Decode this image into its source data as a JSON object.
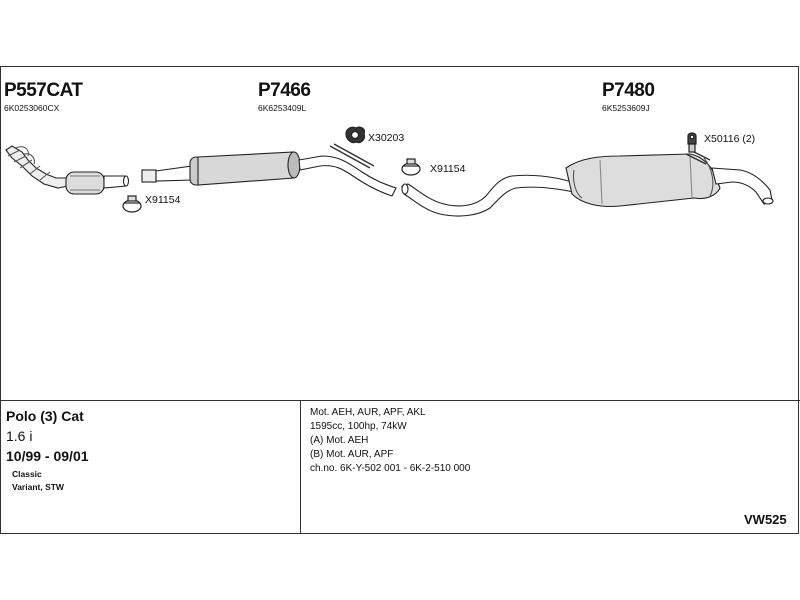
{
  "parts": {
    "catalytic": {
      "number": "P557CAT",
      "code": "6K0253060CX"
    },
    "middle": {
      "number": "P7466",
      "code": "6K6253409L"
    },
    "rear": {
      "number": "P7480",
      "code": "6K5253609J"
    }
  },
  "accessories": {
    "clamp_front": "X91154",
    "rubber_mount": "X30203",
    "clamp_middle": "X91154",
    "hanger_rear": "X50116 (2)"
  },
  "vehicle": {
    "model": "Polo (3) Cat",
    "engine": "1.6 i",
    "years": "10/99 - 09/01",
    "body_1": "Classic",
    "body_2": "Variant, STW"
  },
  "specs": {
    "line_1": "Mot. AEH, AUR, APF, AKL",
    "line_2": "1595cc, 100hp, 74kW",
    "line_3": "(A) Mot. AEH",
    "line_4": "(B) Mot. AUR, APF",
    "line_5": "ch.no. 6K-Y-502 001 - 6K-2-510 000"
  },
  "reference": "VW525"
}
